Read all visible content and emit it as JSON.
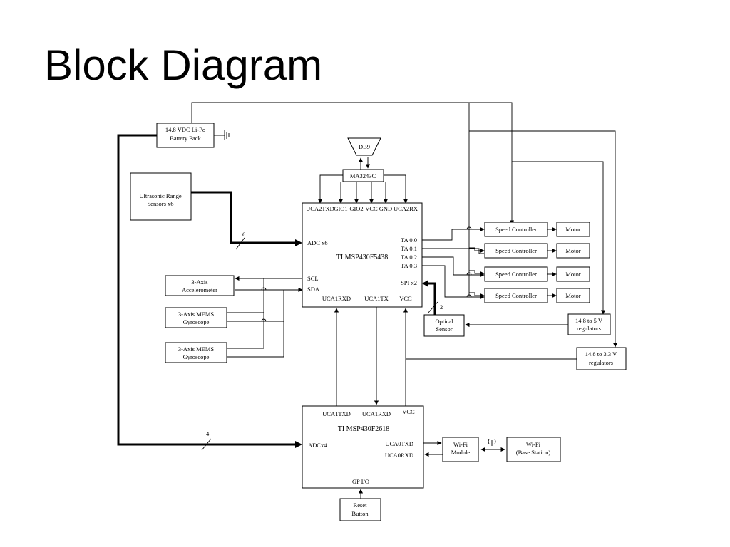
{
  "title": "Block Diagram",
  "blocks": {
    "battery": [
      "14.8 VDC Li-Po",
      "Battery Pack"
    ],
    "ultrasonic": [
      "Ultrasonic Range",
      "Sensors x6"
    ],
    "db9": "DB9",
    "ma3243c": "MA3243C",
    "accelerometer": [
      "3-Axis",
      "Accelerometer"
    ],
    "gyro1": [
      "3-Axis MEMS",
      "Gyroscope"
    ],
    "gyro2": [
      "3-Axis MEMS",
      "Gyroscope"
    ],
    "msp1": {
      "name": "TI MSP430F5438",
      "top_pins": [
        "UCA2TXD",
        "GIO1",
        "GIO2",
        "VCC",
        "GND",
        "UCA2RX"
      ],
      "adc": "ADC x6",
      "scl": "SCL",
      "sda": "SDA",
      "ta0": "TA 0.0",
      "ta1": "TA 0.1",
      "ta2": "TA 0.2",
      "ta3": "TA 0.3",
      "spi": "SPI x2",
      "bottom_pins": [
        "UCA1RXD",
        "UCA1TX",
        "VCC"
      ]
    },
    "speed_controller": "Speed Controller",
    "motor": "Motor",
    "optical": [
      "Optical",
      "Sensor"
    ],
    "reg5": [
      "14.8 to 5 V",
      "regulators"
    ],
    "reg33": [
      "14.8 to 3.3 V",
      "regulators"
    ],
    "msp2": {
      "name": "TI MSP430F2618",
      "top_pins": [
        "UCA1TXD",
        "UCA1RXD",
        "VCC"
      ],
      "adc": "ADCx4",
      "tx": "UCA0TXD",
      "rx": "UCA0RXD",
      "gpio": "GP I/O"
    },
    "wifi_module": [
      "Wi-Fi",
      "Module"
    ],
    "wifi_base": [
      "Wi-Fi",
      "(Base Station)"
    ],
    "reset": [
      "Reset",
      "Button"
    ]
  },
  "bus_labels": {
    "adc_bus": "6",
    "spi_bus": "2",
    "adc2_bus": "4"
  }
}
